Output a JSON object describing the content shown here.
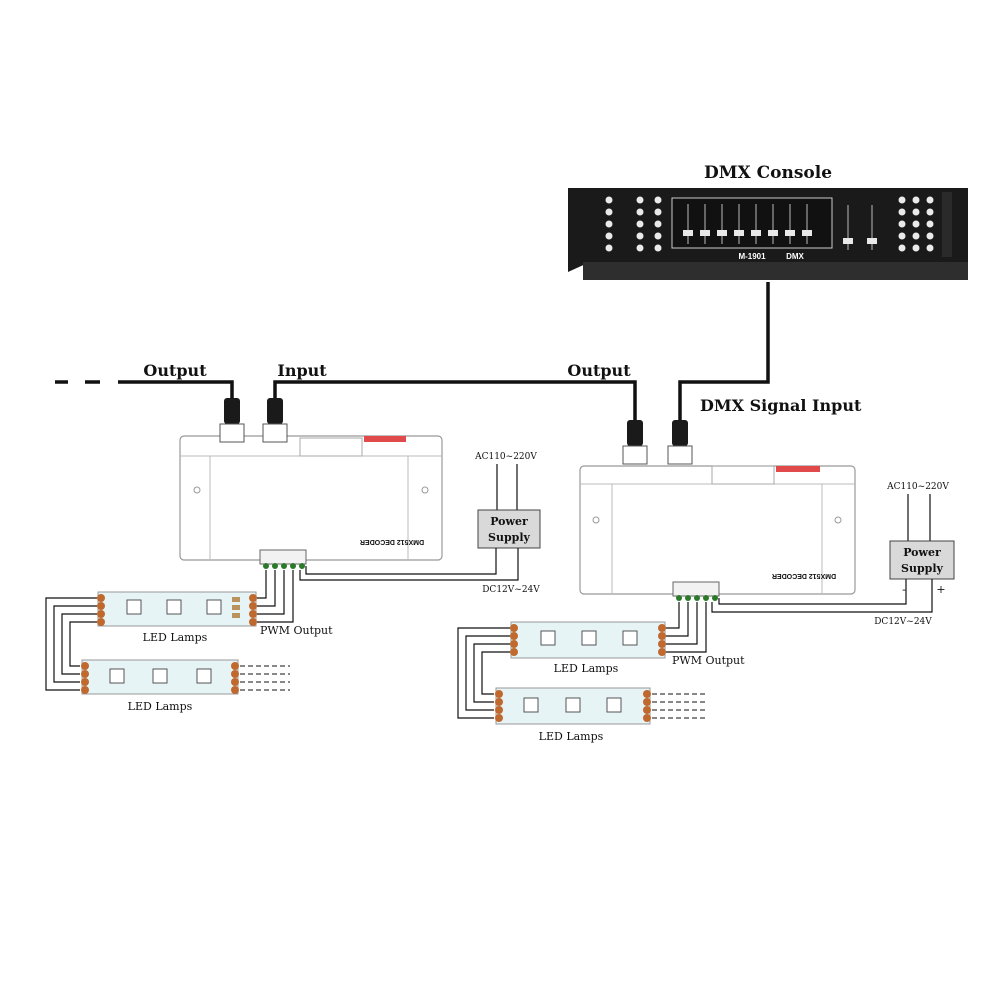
{
  "console": {
    "title": "DMX Console",
    "model": "M-1901",
    "brand": "DMX"
  },
  "labels": {
    "output_left": "Output",
    "input_left": "Input",
    "output_right": "Output",
    "dmx_signal_input": "DMX Signal Input"
  },
  "decoder": {
    "label": "DMX512 DECODER"
  },
  "power_supply": {
    "line1": "Power",
    "line2": "Supply",
    "ac": "AC110~220V",
    "dc": "DC12V~24V",
    "minus": "-",
    "plus": "+"
  },
  "led": {
    "lamps": "LED Lamps",
    "pwm": "PWM Output"
  }
}
